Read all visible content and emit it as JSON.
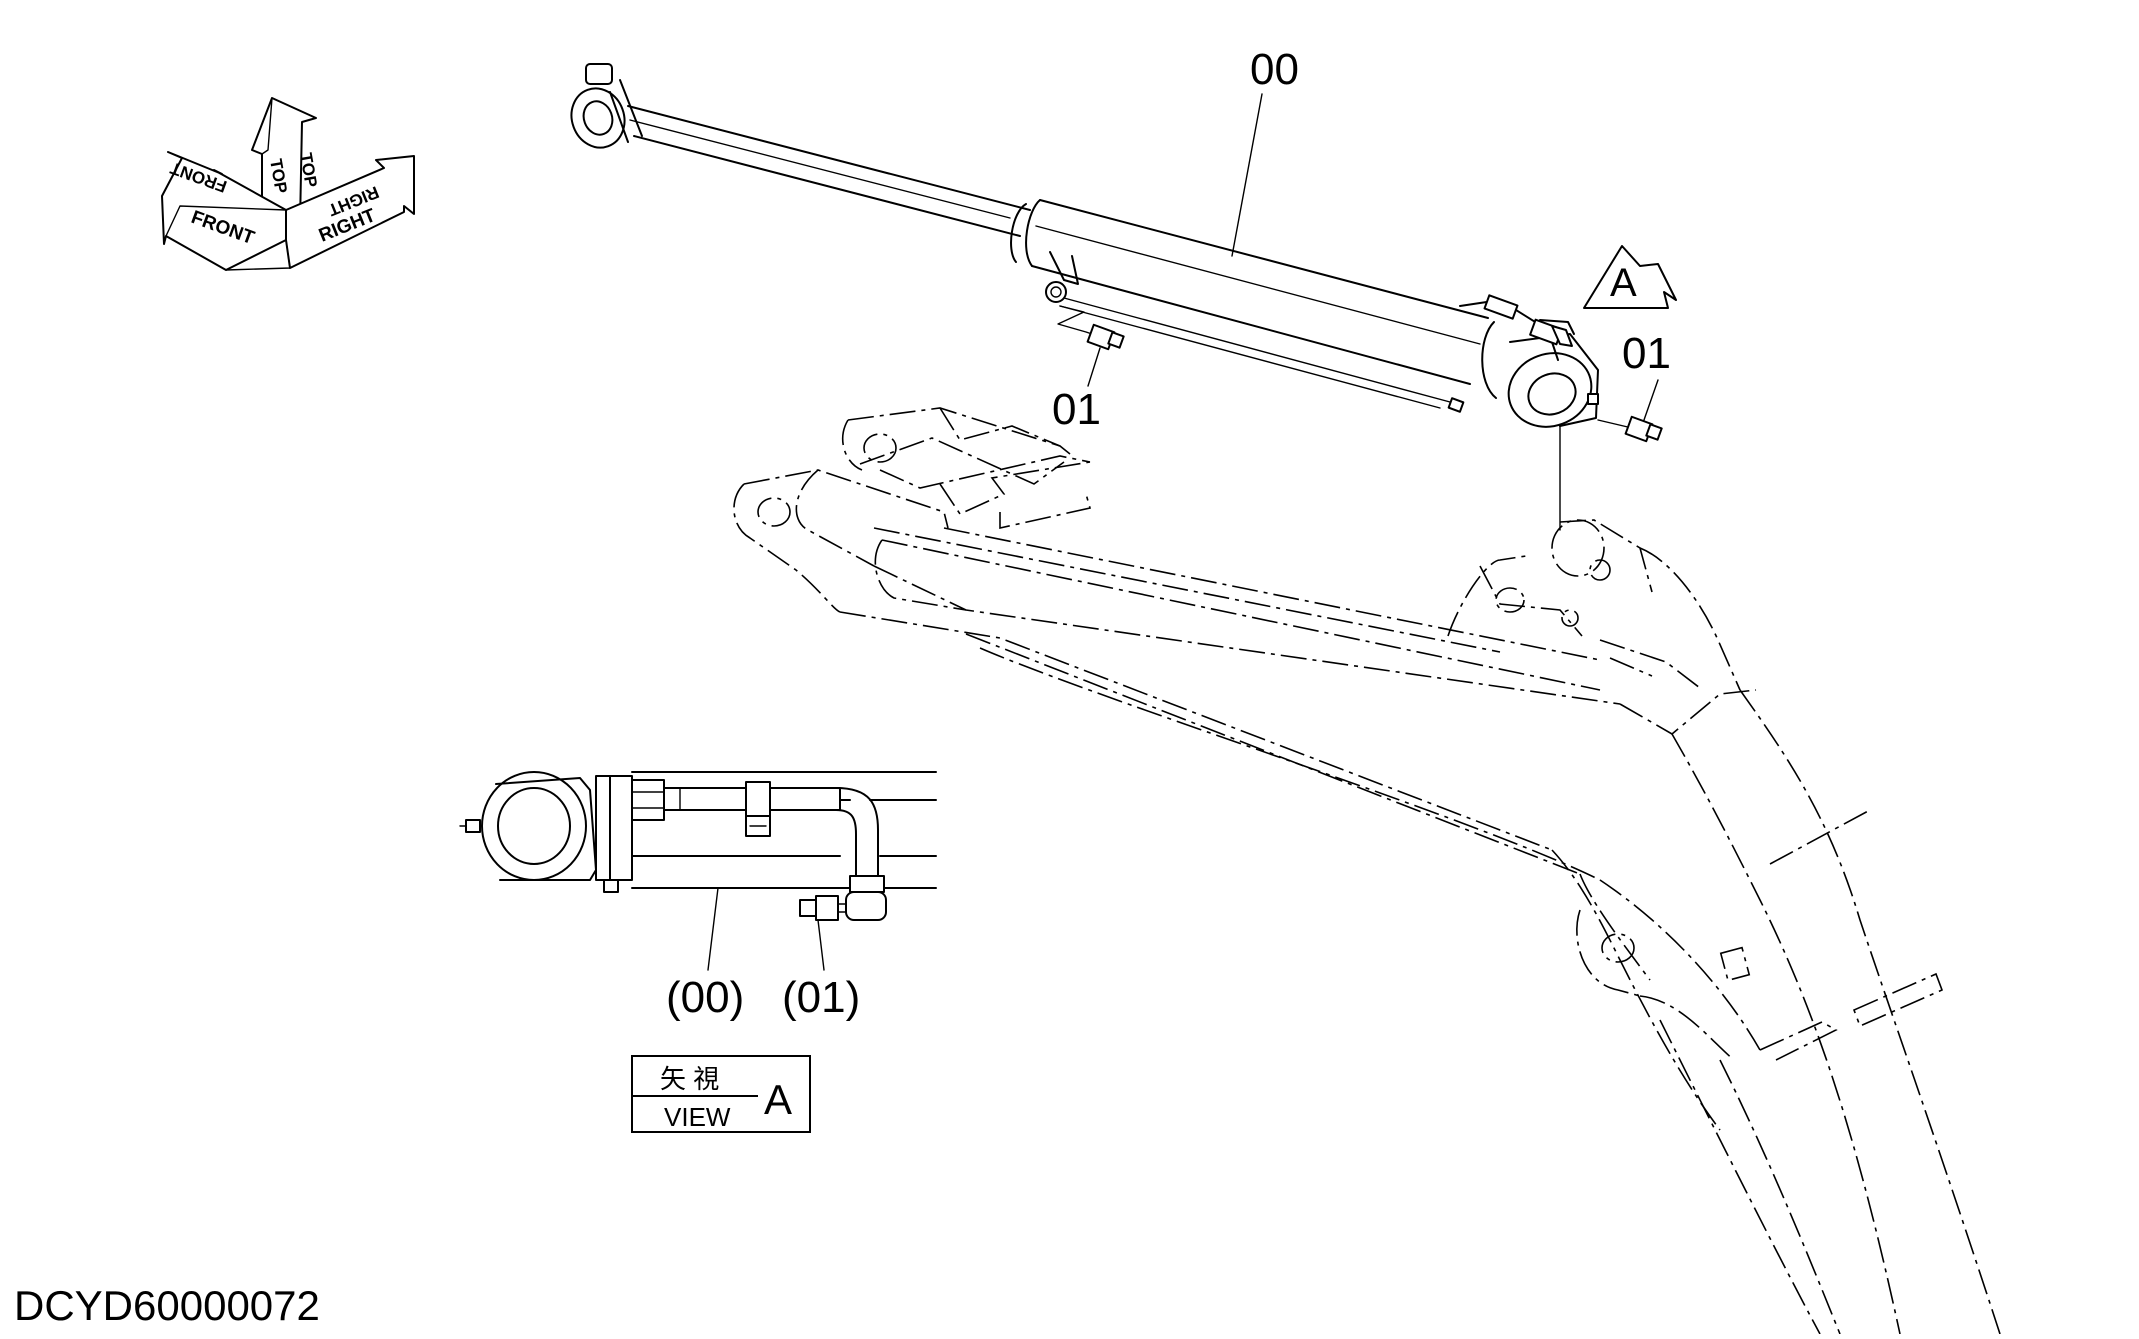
{
  "drawing_id": "DCYD60000072",
  "orientation_icon": {
    "front": "FRONT",
    "top": "TOP",
    "right": "RIGHT"
  },
  "callouts": {
    "cylinder": "00",
    "grease_fitting_left": "01",
    "grease_fitting_right": "01",
    "view_marker": "A"
  },
  "view_detail": {
    "ref_cylinder": "(00)",
    "ref_fitting": "(01)"
  },
  "view_box": {
    "japanese": "矢 視",
    "english": "VIEW",
    "letter": "A"
  }
}
